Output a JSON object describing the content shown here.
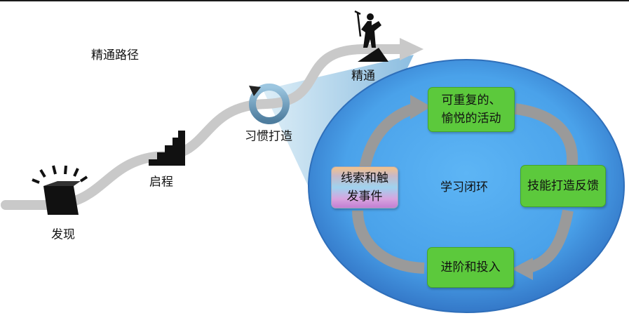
{
  "title": "精通路径",
  "stages": {
    "discover": "发现",
    "start": "启程",
    "habit": "习惯打造",
    "mastery": "精通"
  },
  "loop": {
    "center": "学习闭环",
    "box_top_line1": "可重复的、",
    "box_top_line2": "愉悦的活动",
    "box_right": "技能打造反馈",
    "box_bottom": "进阶和投入",
    "box_left_line1": "线索和触",
    "box_left_line2": "发事件"
  },
  "colors": {
    "path": "#c8c8c8",
    "ellipse_outer": "#3a8fdd",
    "ellipse_inner": "#5aaef0",
    "box_green": "#5cc93c",
    "loop_arrow": "#9a9a9a"
  },
  "icons": [
    "open-box-icon",
    "staircase-icon",
    "cycle-icon",
    "mountain-climber-icon",
    "arrow-right-icon"
  ]
}
